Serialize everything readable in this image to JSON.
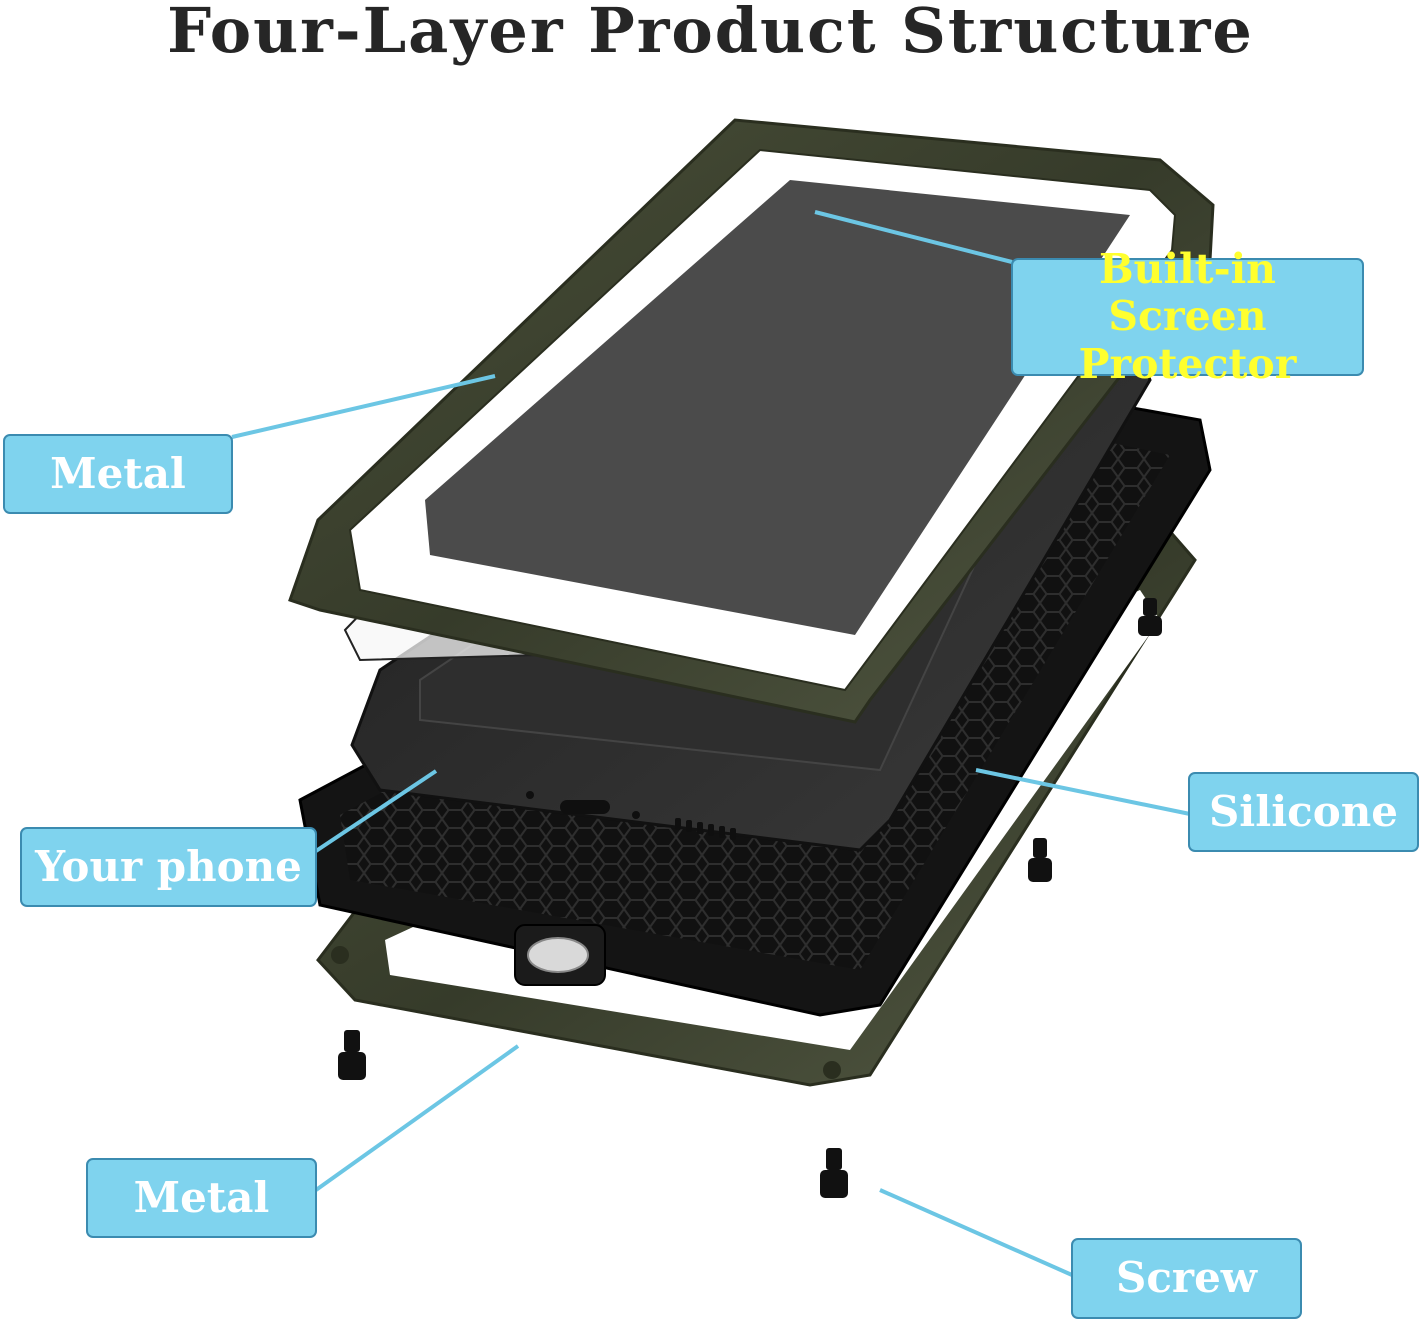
{
  "title": "Four-Layer Product Structure",
  "callouts": {
    "screen_protector_line1": "Built-in Screen",
    "screen_protector_line2": "Protector",
    "metal_top": "Metal",
    "your_phone": "Your phone",
    "silicone": "Silicone",
    "metal_bottom": "Metal",
    "screw": "Screw"
  },
  "colors": {
    "label_fill": "#7fd3ee",
    "label_border": "#3b8bb0",
    "label_text": "#ffffff",
    "label_text_highlight": "#ffff2e",
    "leader_line": "#6cc6e4",
    "metal_frame": "#3e4331",
    "silicone": "#141414",
    "phone": "#2b2b2b"
  }
}
